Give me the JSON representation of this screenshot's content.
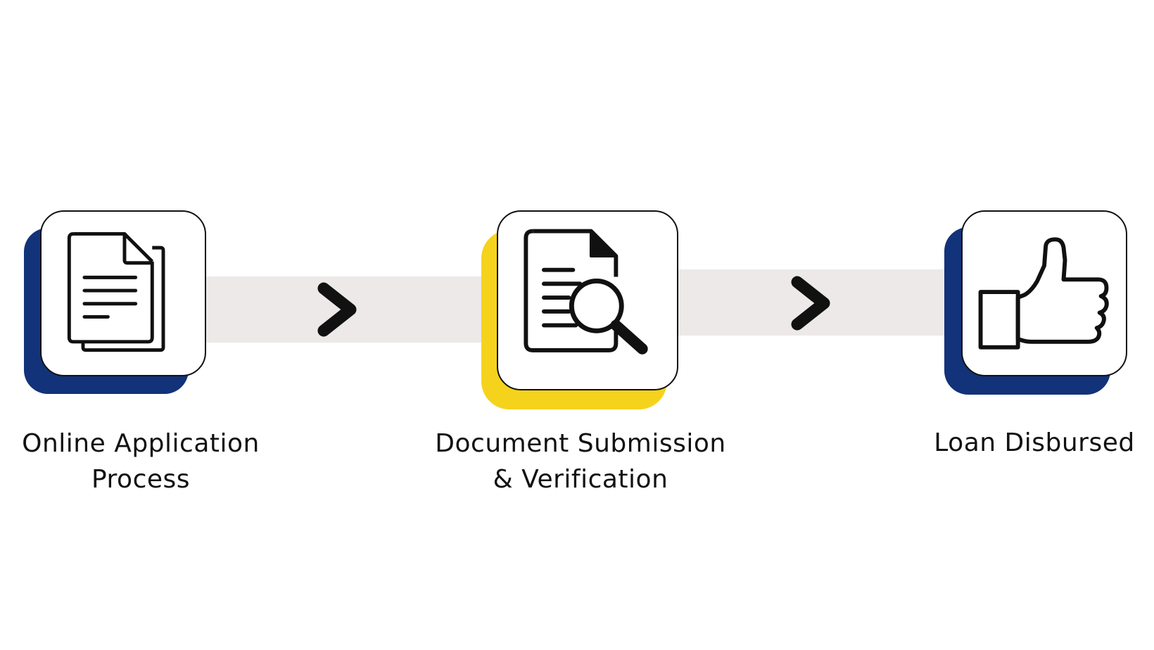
{
  "colors": {
    "background": "#ffffff",
    "connector": "#ece9e8",
    "navy_accent": "#12327a",
    "yellow_accent": "#f5d31c",
    "ink": "#111111"
  },
  "steps": [
    {
      "line1": "Online Application",
      "line2": "Process",
      "icon": "documents-icon",
      "accent": "#12327a"
    },
    {
      "line1": "Document Submission",
      "line2": "& Verification",
      "icon": "document-search-icon",
      "accent": "#f5d31c"
    },
    {
      "line1": "Loan Disbursed",
      "line2": "",
      "icon": "thumbs-up-icon",
      "accent": "#12327a"
    }
  ],
  "arrows": [
    "chevron-right-icon",
    "chevron-right-icon"
  ]
}
